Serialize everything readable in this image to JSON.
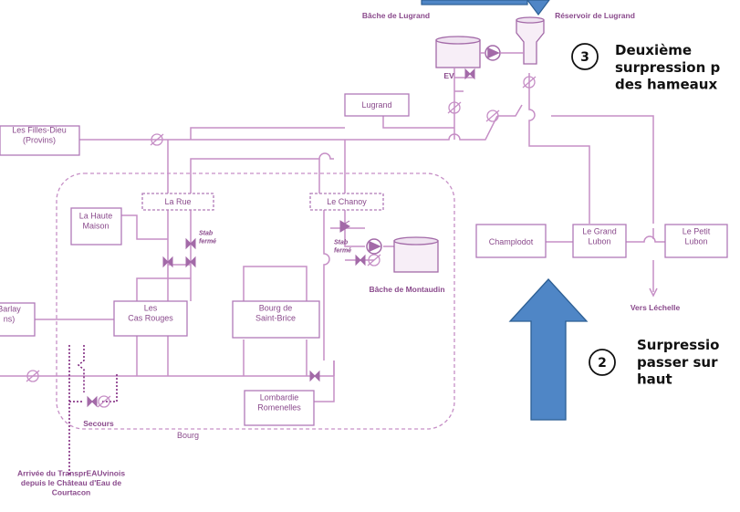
{
  "colors": {
    "pipe": "#c68fc6",
    "box_stroke": "#b07ab8",
    "text": "#8a4a8c",
    "arrow_fill": "#4f86c6",
    "arrow_stroke": "#2d5f94",
    "annotation": "#111111"
  },
  "boxes": {
    "les_filles_dieu": "Les Filles-Dieu\n(Provins)",
    "lugrand": "Lugrand",
    "la_rue": "La Rue",
    "le_chanoy": "Le Chanoy",
    "la_haute_maison": "La Haute\nMaison",
    "les_cas_rouges": "Les\nCas Rouges",
    "bourg_de_saint_brice": "Bourg de\nSaint-Brice",
    "lombardie_romenelles": "Lombardie\nRomenelles",
    "barlay": "Barlay\nns)",
    "champlodot": "Champlodot",
    "le_grand_lubon": "Le Grand\nLubon",
    "le_petit_lubon": "Le Petit\nLubon"
  },
  "labels": {
    "bache_de_lugrand": "Bâche de Lugrand",
    "reservoir_de_lugrand": "Réservoir de Lugrand",
    "bache_de_montaudin": "Bâche de Montaudin",
    "vers_lechelle": "Vers Léchelle",
    "bourg": "Bourg",
    "secours": "Secours",
    "stab_ferme": "Stab\nfermé",
    "stab_ferme_2": "Stab\nfermé",
    "ev": "EV",
    "arrivee": "Arrivée du TransprEAUvinois\ndepuis le Château d'Eau de\nCourtacon"
  },
  "annotations": {
    "num_3": "3",
    "text_3": "Deuxième\nsurpression p\ndes hameaux",
    "num_2": "2",
    "text_2": "Surpressio\npasser sur\nhaut"
  }
}
